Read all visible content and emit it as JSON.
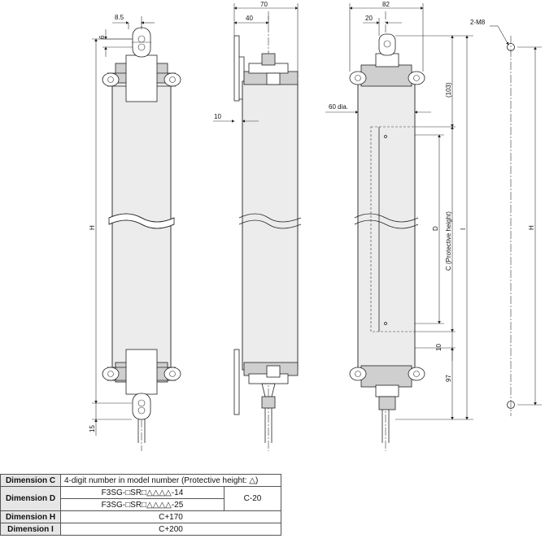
{
  "dimensions": {
    "top_pitch": "8.5",
    "top_hole_gap": "6",
    "bottom_offset": "15",
    "left_height": "H",
    "side_width": "70",
    "side_depth": "40",
    "bracket_thickness": "10",
    "front_width": "82",
    "front_offset": "20",
    "mount_holes": "2-M8",
    "top_clearance": "(103)",
    "diameter": "60 dia.",
    "overall_length": "I",
    "detect_length": "D",
    "protective_height": "C (Protective height)",
    "bottom_gap": "10",
    "bottom_length": "97",
    "hole_pitch": "H"
  },
  "table": {
    "rows": [
      {
        "header": "Dimension C",
        "value": "4-digit number in model number (Protective height: △)"
      },
      {
        "header": "Dimension D",
        "value_a": "F3SG-□SR□△△△△-14",
        "value_b": "F3SG-□SR□△△△△-25",
        "value_shared": "C-20"
      },
      {
        "header": "Dimension H",
        "value": "C+170"
      },
      {
        "header": "Dimension I",
        "value": "C+200"
      }
    ]
  }
}
